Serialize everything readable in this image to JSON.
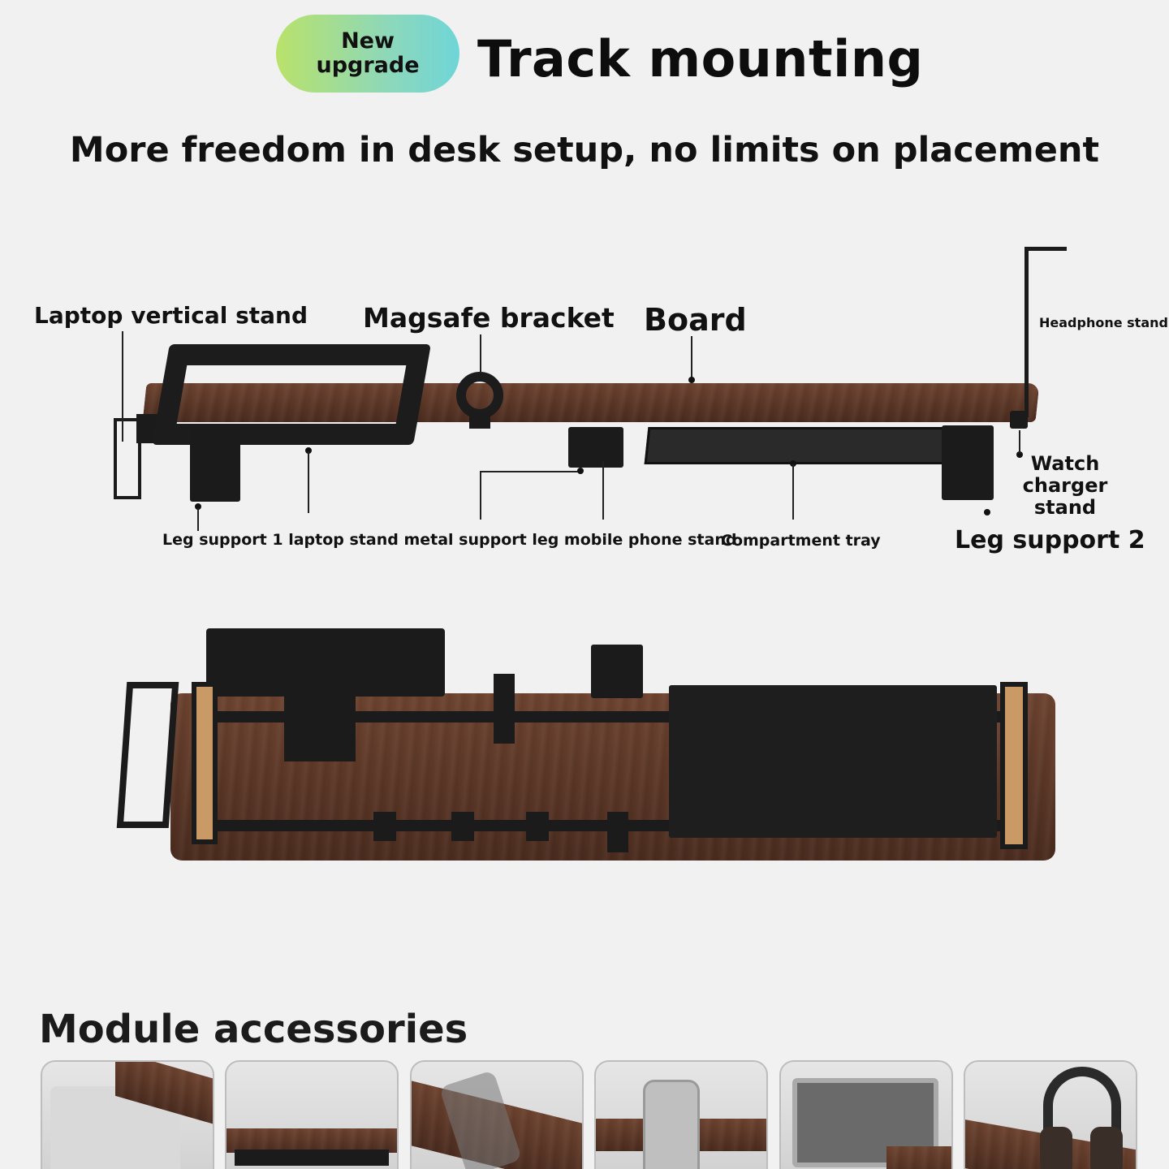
{
  "header": {
    "badge_line1": "New",
    "badge_line2": "upgrade",
    "title": "Track mounting",
    "subtitle": "More freedom in desk setup, no limits on placement"
  },
  "diagram": {
    "laptop_vertical_stand": "Laptop vertical stand",
    "magsafe_bracket": "Magsafe bracket",
    "board": "Board",
    "headphone_stand": "Headphone stand",
    "watch_charger_line1": "Watch",
    "watch_charger_line2": "charger",
    "watch_charger_line3": "stand",
    "bottom_caption": "Leg support 1 laptop stand metal support leg mobile phone stand",
    "compartment_tray": "Compartment tray",
    "leg_support_2": "Leg support 2"
  },
  "modules": {
    "title": "Module accessories",
    "thumbs": [
      "vertical-laptop-stand",
      "compartment-tray",
      "phone-holder",
      "magsafe-bracket",
      "laptop-stand",
      "headphone-stand"
    ]
  },
  "colors": {
    "background": "#f1f1f1",
    "wood": "#5a3626",
    "metal": "#1b1b1b",
    "badge_start": "#b9e26a",
    "badge_end": "#6fd5d8"
  }
}
